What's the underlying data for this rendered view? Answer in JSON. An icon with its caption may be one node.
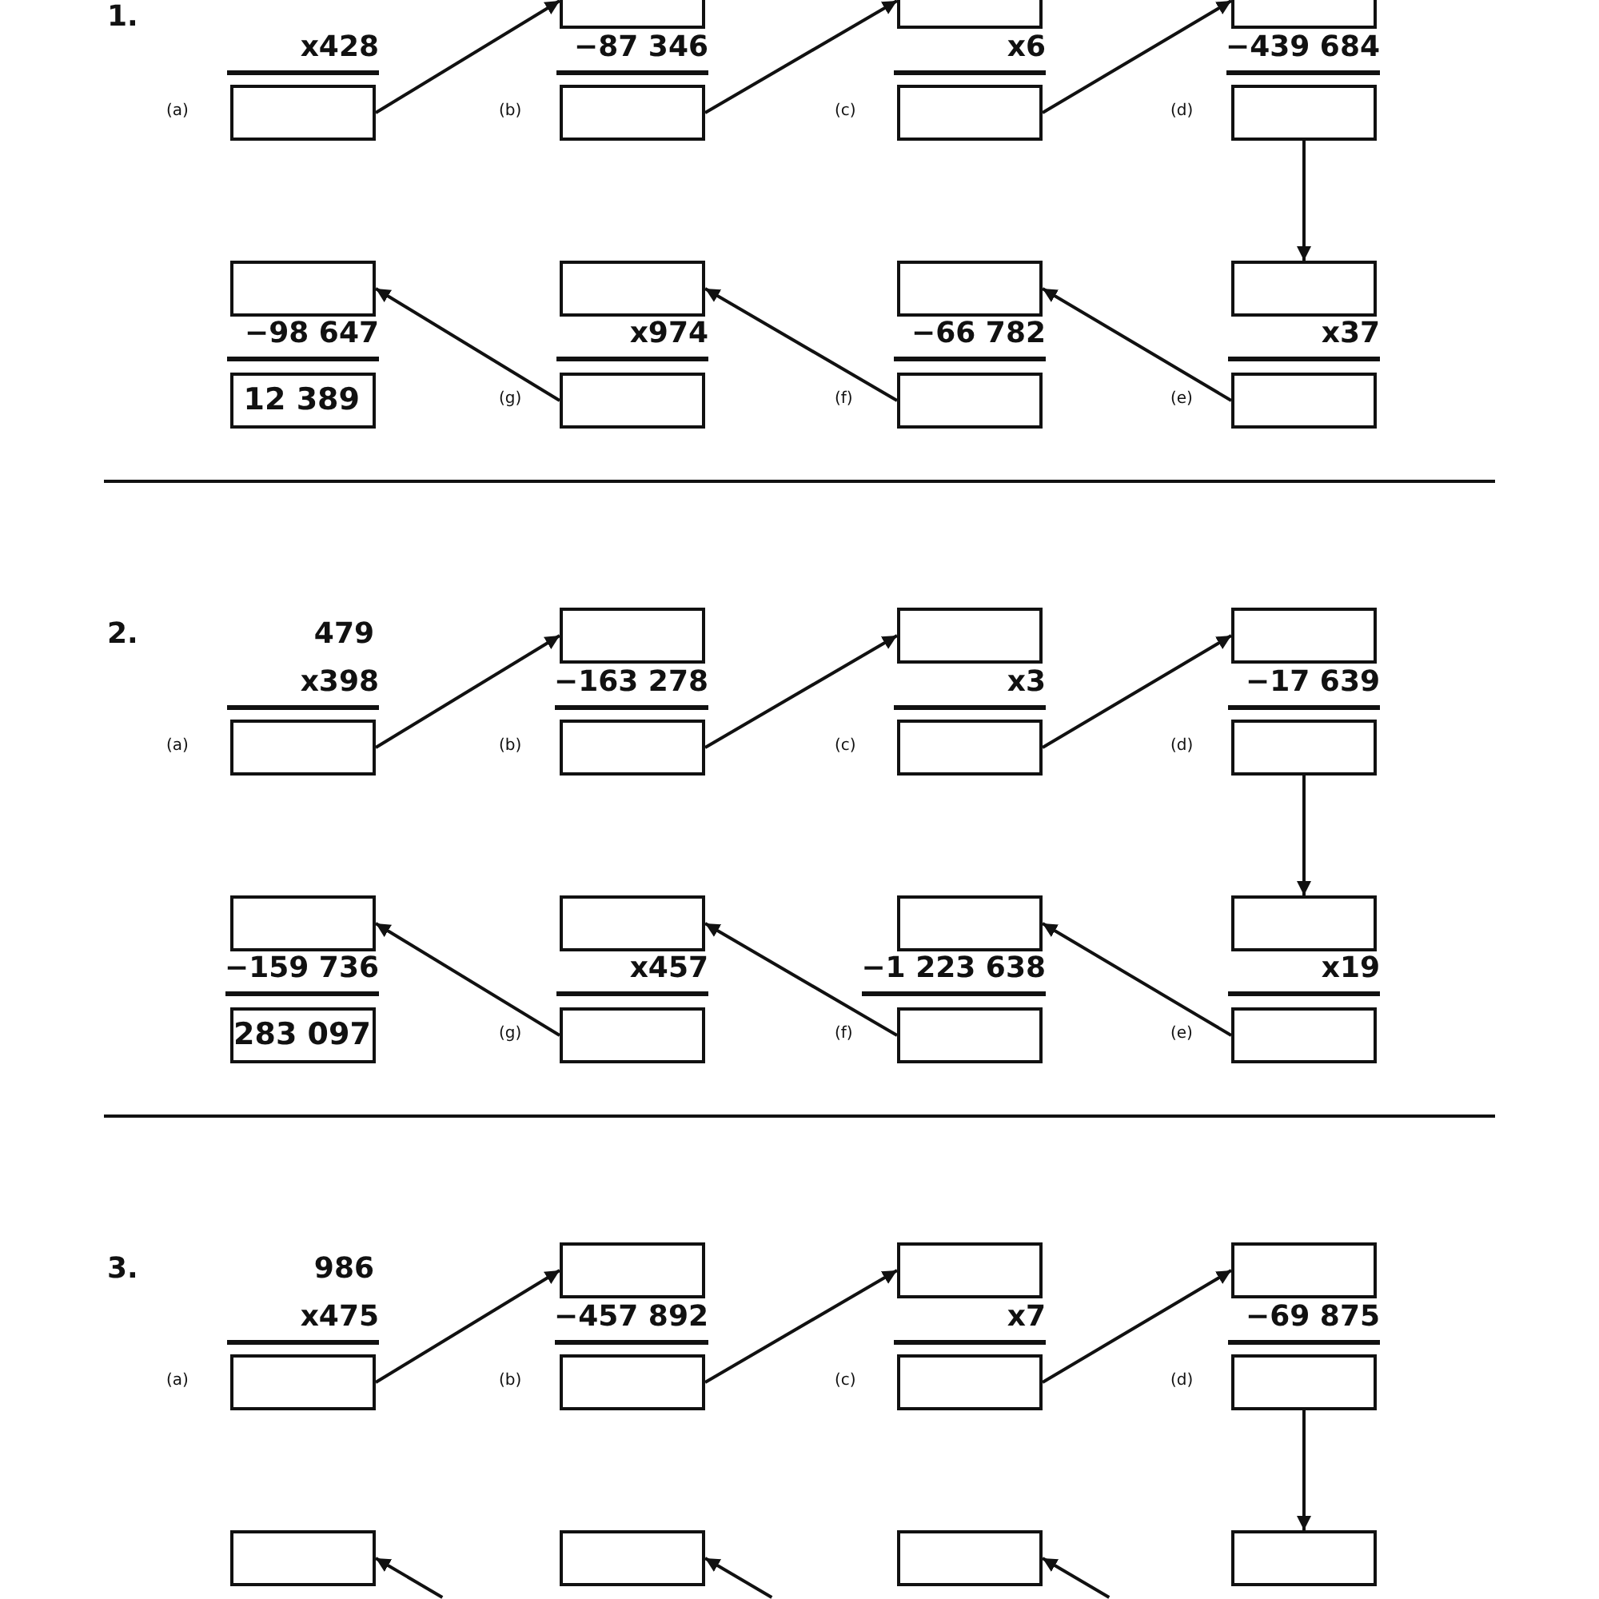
{
  "diagram": {
    "nodes": [
      {
        "text": [],
        "shape": "box"
      },
      {
        "text": [],
        "shape": "box"
      },
      {
        "text": [],
        "shape": "box"
      },
      {
        "text": [],
        "shape": "box"
      },
      {
        "text": [],
        "shape": "box"
      },
      {
        "text": [],
        "shape": "box"
      },
      {
        "text": [],
        "shape": "box"
      },
      {
        "text": [],
        "shape": "box"
      },
      {
        "text": [],
        "shape": "box"
      },
      {
        "text": [],
        "shape": "box"
      },
      {
        "text": [],
        "shape": "box"
      },
      {
        "text": [
          "12 389"
        ]
      },
      {
        "text": [],
        "shape": "box"
      },
      {
        "text": [],
        "shape": "box"
      },
      {
        "text": [],
        "shape": "box"
      },
      {
        "text": [],
        "shape": "box"
      },
      {
        "text": [],
        "shape": "box"
      },
      {
        "text": [],
        "shape": "box"
      },
      {
        "text": [],
        "shape": "box"
      },
      {
        "text": [],
        "shape": "box"
      },
      {
        "text": [],
        "shape": "box"
      },
      {
        "text": [],
        "shape": "box"
      },
      {
        "text": [],
        "shape": "box"
      },
      {
        "text": [],
        "shape": "box"
      },
      {
        "text": [],
        "shape": "box"
      },
      {
        "text": [],
        "shape": "box"
      },
      {
        "text": [
          "283 097"
        ]
      },
      {
        "text": [],
        "shape": "box"
      },
      {
        "text": [],
        "shape": "box"
      },
      {
        "text": [],
        "shape": "box"
      },
      {
        "text": [],
        "shape": "box"
      },
      {
        "text": [],
        "shape": "box"
      },
      {
        "text": [],
        "shape": "box"
      },
      {
        "text": [],
        "shape": "box"
      },
      {
        "text": [],
        "shape": "box"
      },
      {
        "text": [],
        "shape": "box"
      },
      {
        "text": [],
        "shape": "box"
      },
      {
        "text": [],
        "shape": "box"
      },
      {
        "text": [],
        "shape": "box"
      },
      {
        "text": [],
        "shape": "box"
      },
      {
        "text": [],
        "shape": "box"
      }
    ],
    "edges": [
      {
        "from": 3,
        "to": 0,
        "arrow": "to"
      },
      {
        "from": 4,
        "to": 1,
        "arrow": "to"
      },
      {
        "from": 5,
        "to": 2,
        "arrow": "to"
      },
      {
        "from": 6,
        "to": 10,
        "arrow": "to"
      },
      {
        "from": 14,
        "to": 9,
        "arrow": "to"
      },
      {
        "from": 13,
        "to": 8,
        "arrow": "to"
      },
      {
        "from": 12,
        "to": 7,
        "arrow": "to"
      },
      {
        "from": 18,
        "to": 15,
        "arrow": "to"
      },
      {
        "from": 19,
        "to": 16,
        "arrow": "to"
      },
      {
        "from": 20,
        "to": 17,
        "arrow": "to"
      },
      {
        "from": 21,
        "to": 25,
        "arrow": "to"
      },
      {
        "from": 29,
        "to": 24,
        "arrow": "to"
      },
      {
        "from": 28,
        "to": 23,
        "arrow": "to"
      },
      {
        "from": 27,
        "to": 22,
        "arrow": "to"
      },
      {
        "from": 33,
        "to": 30,
        "arrow": "to"
      },
      {
        "from": 34,
        "to": 31,
        "arrow": "to"
      },
      {
        "from": 35,
        "to": 32,
        "arrow": "to"
      },
      {
        "from": 36,
        "to": 40,
        "arrow": "to"
      },
      {
        "from": null,
        "to": 39,
        "arrow": "to"
      },
      {
        "from": null,
        "to": 38,
        "arrow": "to"
      },
      {
        "from": null,
        "to": 37,
        "arrow": "to"
      }
    ],
    "labels": [
      "1.",
      "x428",
      "−87 346",
      "x6",
      "−439 684",
      "(a)",
      "(b)",
      "(c)",
      "(d)",
      "−98 647",
      "x974",
      "−66 782",
      "x37",
      "(g)",
      "(f)",
      "(e)",
      "2.",
      "479",
      "x398",
      "−163 278",
      "x3",
      "−17 639",
      "(a)",
      "(b)",
      "(c)",
      "(d)",
      "−159 736",
      "x457",
      "−1 223 638",
      "x19",
      "(g)",
      "(f)",
      "(e)",
      "3.",
      "986",
      "x475",
      "−457 892",
      "x7",
      "−69 875",
      "(a)",
      "(b)",
      "(c)",
      "(d)"
    ]
  }
}
